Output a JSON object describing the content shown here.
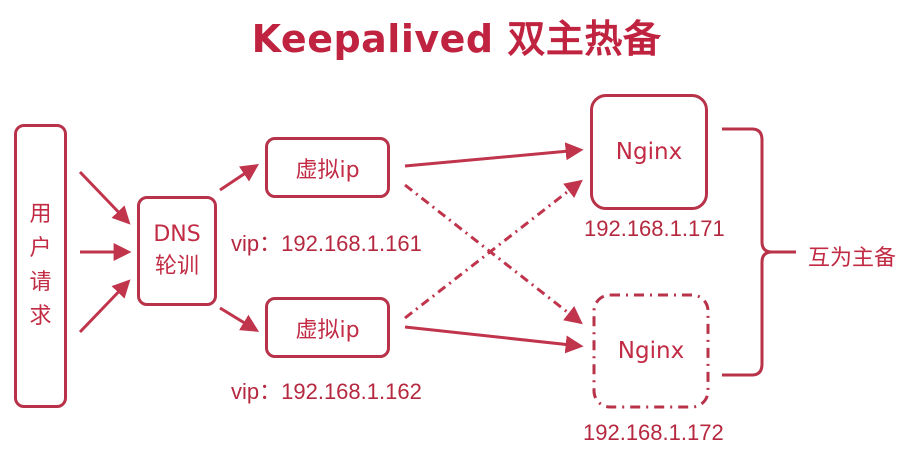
{
  "title": "Keepalived 双主热备",
  "user_request": "用户请求",
  "dns": {
    "line1": "DNS",
    "line2": "轮训"
  },
  "vips": [
    {
      "label": "虚拟ip",
      "address": "vip：192.168.1.161"
    },
    {
      "label": "虚拟ip",
      "address": "vip：192.168.1.162"
    }
  ],
  "nginx": [
    {
      "label": "Nginx",
      "address": "192.168.1.171"
    },
    {
      "label": "Nginx",
      "address": "192.168.1.172"
    }
  ],
  "mutual_label": "互为主备",
  "colors": {
    "accent": "#c0233f",
    "border": "#b8334a"
  }
}
